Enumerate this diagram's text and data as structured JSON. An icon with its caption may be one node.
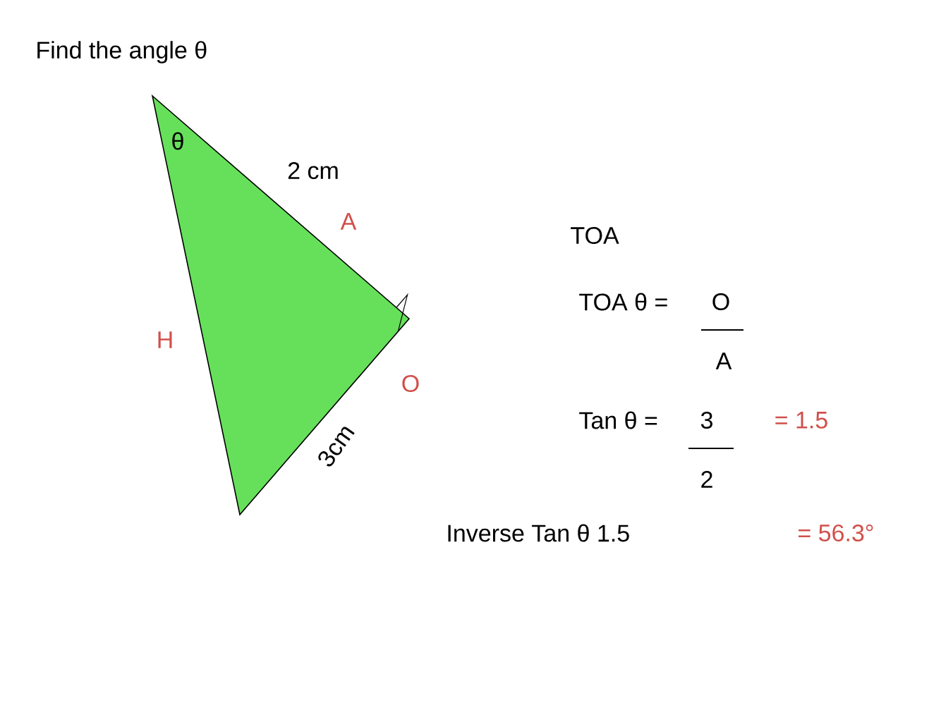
{
  "diagram": {
    "title": "Find the angle θ",
    "labels": [
      "θ",
      "2 cm",
      "A",
      "TOA",
      "TOA θ  =",
      "O",
      "H",
      "A",
      "O",
      "Tan θ  =",
      "3",
      "= 1.5",
      "3cm",
      "2",
      "Inverse Tan θ 1.5",
      "= 56.3°"
    ]
  }
}
